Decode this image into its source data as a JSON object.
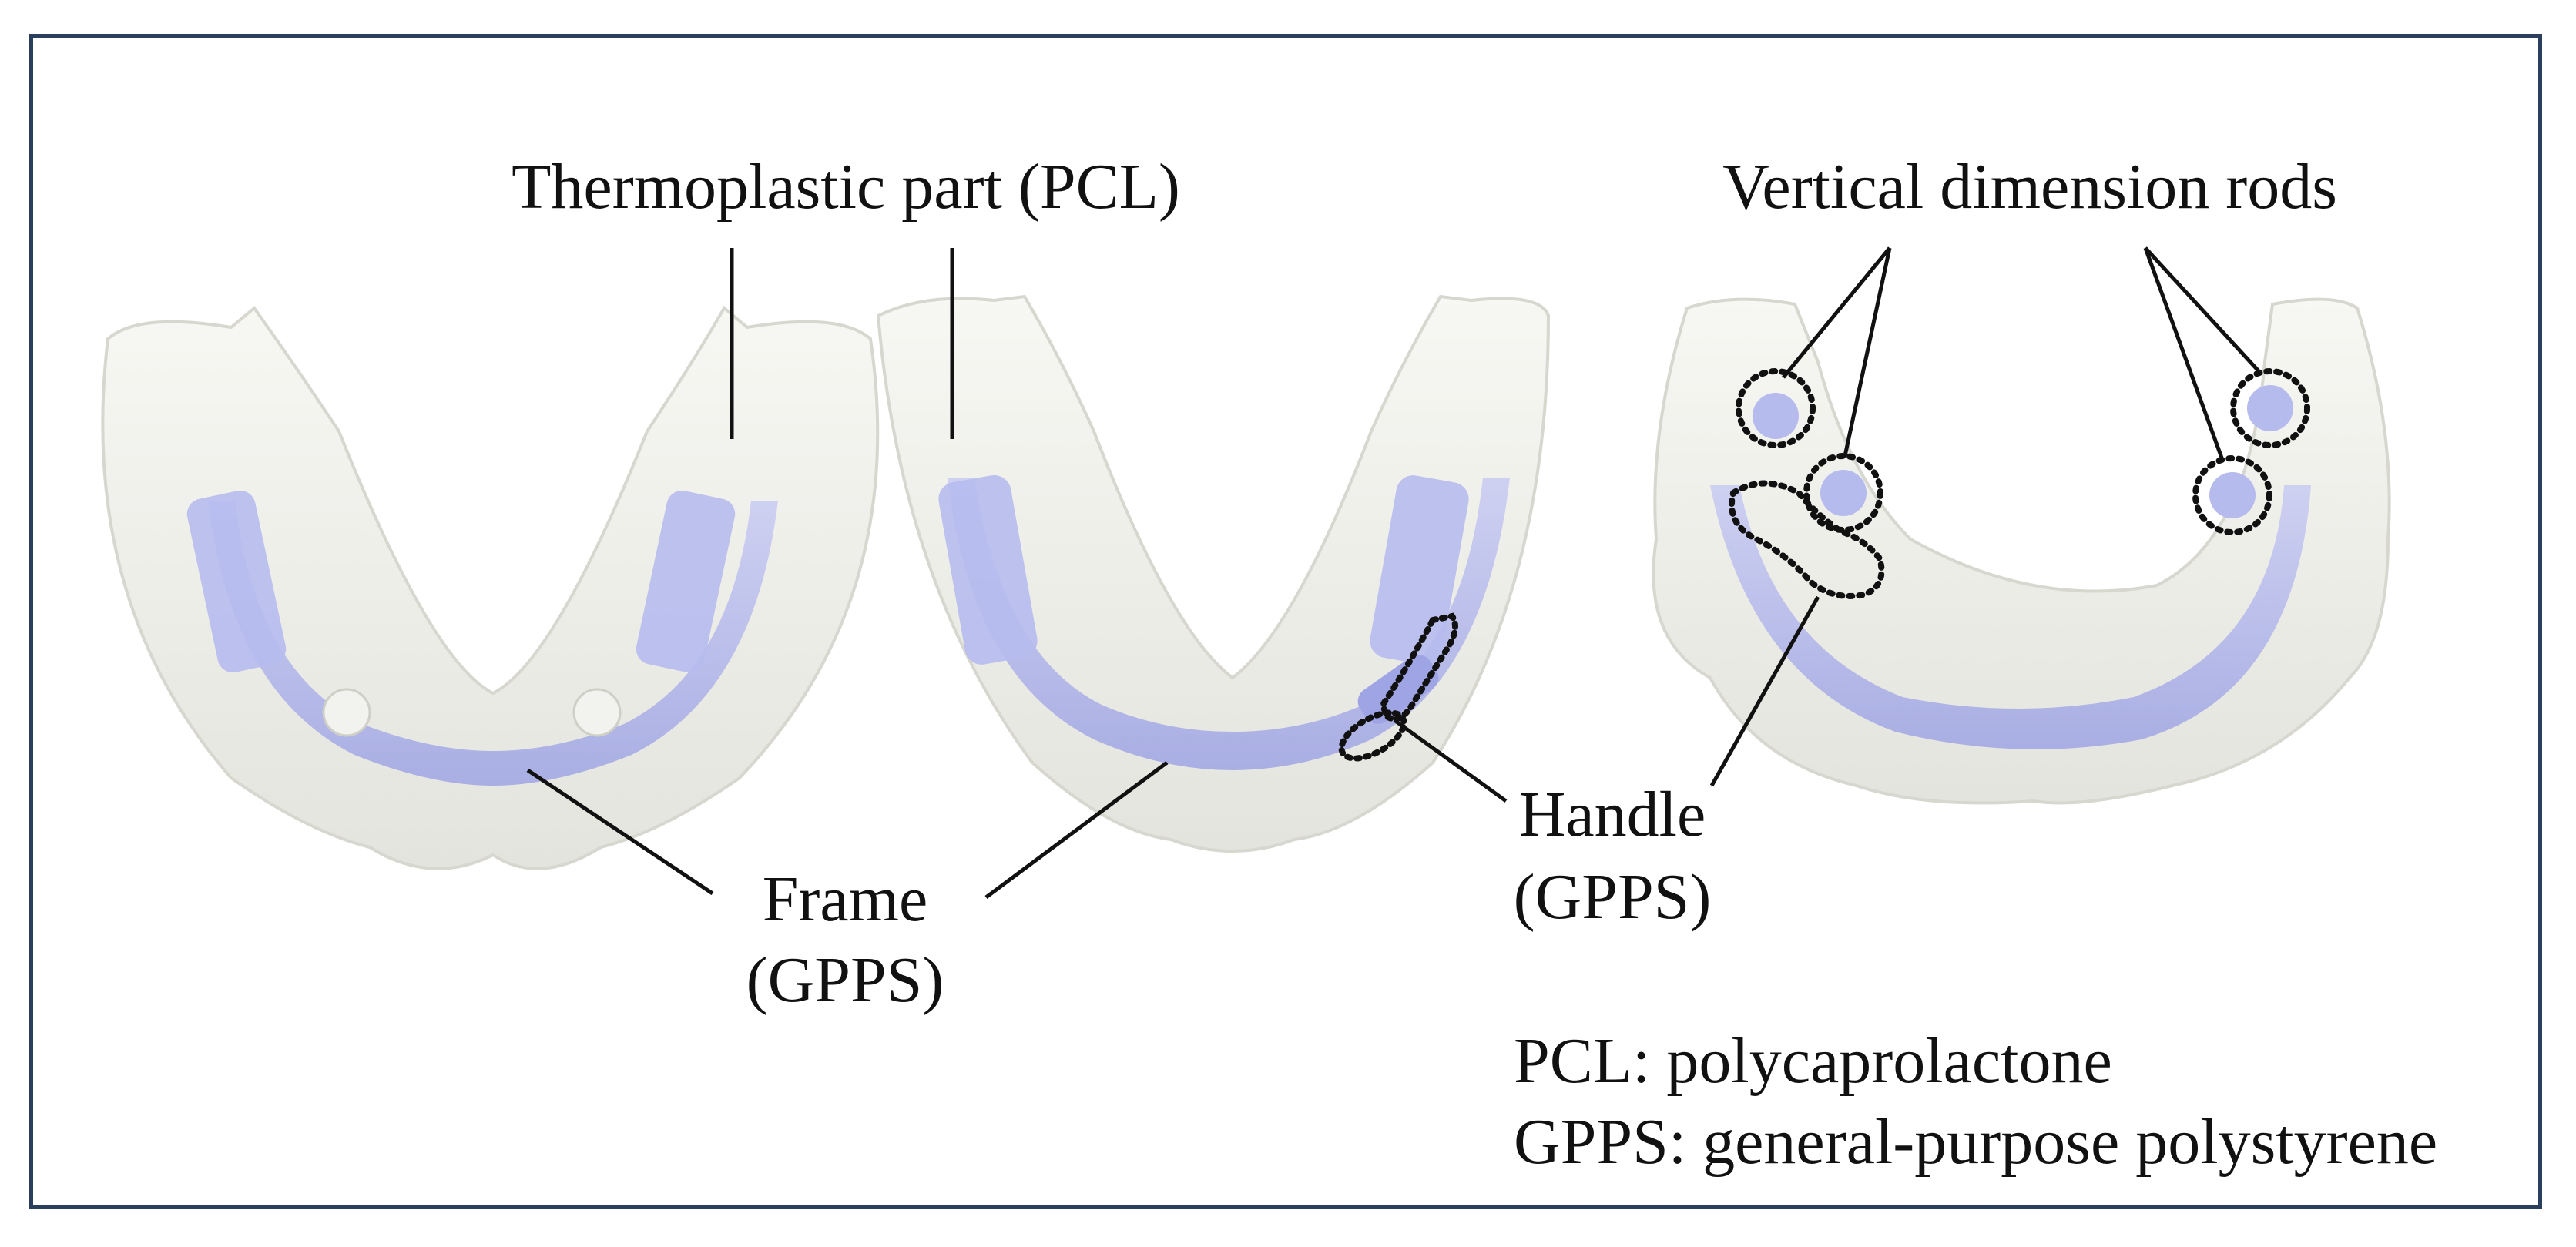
{
  "labels": {
    "thermoplastic": "Thermoplastic part (PCL)",
    "vertical_rods": "Vertical dimension rods",
    "frame_line1": "Frame",
    "frame_line2": "(GPPS)",
    "handle_line1": "Handle",
    "handle_line2": "(GPPS)"
  },
  "legend": {
    "pcl": "PCL: polycaprolactone",
    "gpps": "GPPS: general-purpose polystyrene"
  },
  "colors": {
    "border": "#2a3f5c",
    "shell": "#efefea",
    "frame": "#a9aee8",
    "leader": "#111111"
  }
}
